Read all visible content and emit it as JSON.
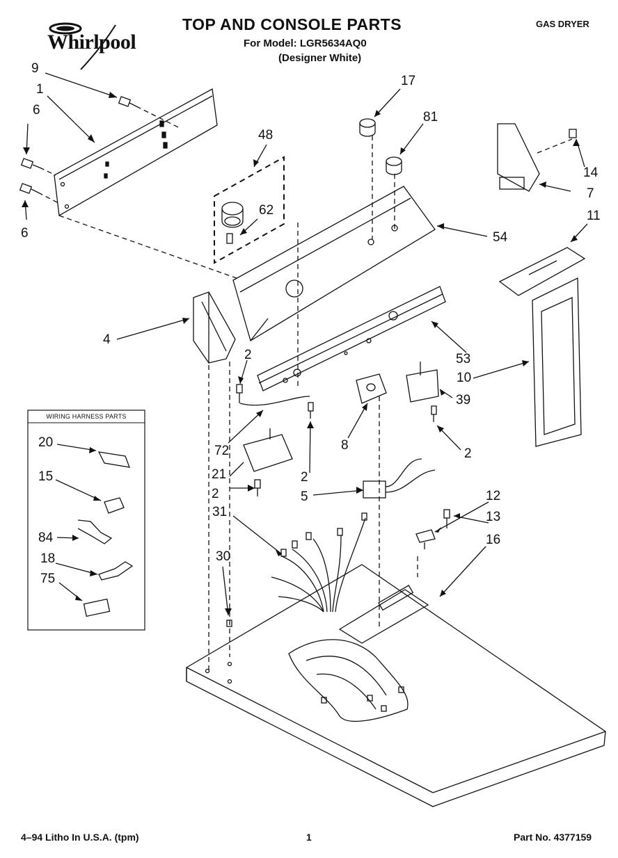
{
  "header": {
    "brand": "Whirlpool",
    "title": "TOP AND CONSOLE PARTS",
    "model_line": "For Model: LGR5634AQ0",
    "subtitle": "(Designer White)",
    "appliance": "GAS DRYER"
  },
  "harness_box": {
    "title": "WIRING HARNESS PARTS",
    "callouts": [
      "20",
      "15",
      "84",
      "18",
      "75"
    ]
  },
  "callouts": {
    "c9": "9",
    "c1": "1",
    "c6a": "6",
    "c6b": "6",
    "c48": "48",
    "c62": "62",
    "c17": "17",
    "c81": "81",
    "c14": "14",
    "c7": "7",
    "c54": "54",
    "c11": "11",
    "c4": "4",
    "c2a": "2",
    "c53": "53",
    "c10": "10",
    "c39": "39",
    "c72": "72",
    "c8": "8",
    "c2b": "2",
    "c21": "21",
    "c2c": "2",
    "c2d": "2",
    "c5": "5",
    "c12": "12",
    "c13": "13",
    "c31": "31",
    "c16": "16",
    "c30": "30"
  },
  "footer": {
    "left": "4–94 Litho In U.S.A. (tpm)",
    "page": "1",
    "part_no": "Part No. 4377159"
  }
}
